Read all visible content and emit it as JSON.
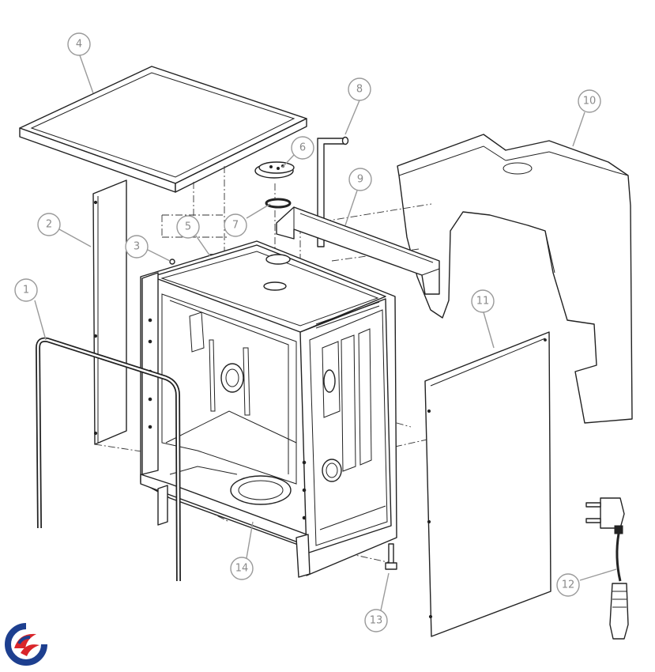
{
  "callouts": [
    {
      "id": "1",
      "label": "1"
    },
    {
      "id": "2",
      "label": "2"
    },
    {
      "id": "3",
      "label": "3"
    },
    {
      "id": "4",
      "label": "4"
    },
    {
      "id": "5",
      "label": "5"
    },
    {
      "id": "6",
      "label": "6"
    },
    {
      "id": "7",
      "label": "7"
    },
    {
      "id": "8",
      "label": "8"
    },
    {
      "id": "9",
      "label": "9"
    },
    {
      "id": "10",
      "label": "10"
    },
    {
      "id": "11",
      "label": "11"
    },
    {
      "id": "12",
      "label": "12"
    },
    {
      "id": "13",
      "label": "13"
    },
    {
      "id": "14",
      "label": "14"
    }
  ],
  "colors": {
    "line": "#222222",
    "callout": "#9a9a9a",
    "logo_blue": "#1d3f8f",
    "logo_red": "#d9252a"
  },
  "logo_icon": "brand-swirl-icon"
}
